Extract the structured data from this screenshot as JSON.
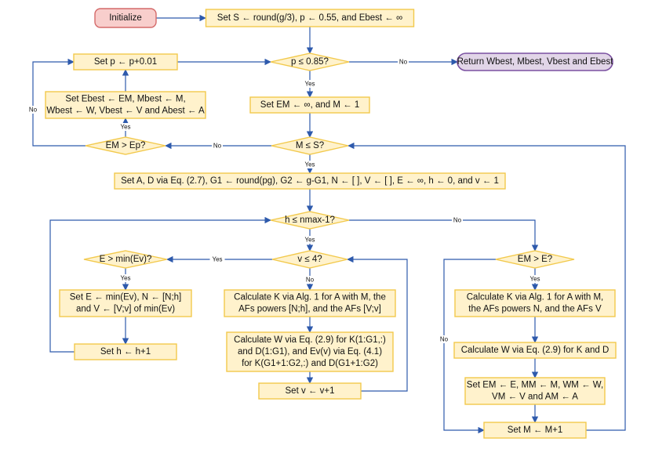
{
  "nodes": {
    "n_init": {
      "lines": [
        "Initialize"
      ]
    },
    "n_setS": {
      "lines": [
        "Set S ← round(g/3), p ← 0.55, and Ebest ← ∞"
      ]
    },
    "n_setp": {
      "lines": [
        "Set p ← p+0.01"
      ]
    },
    "n_pcheck": {
      "lines": [
        "p ≤ 0.85?"
      ]
    },
    "n_return": {
      "lines": [
        "Return Wbest, Mbest, Vbest and Ebest"
      ]
    },
    "n_best": {
      "lines": [
        "Set Ebest ← EM, Mbest ← M,",
        "Wbest ← W, Vbest ← V and Abest ← A"
      ]
    },
    "n_setEM": {
      "lines": [
        "Set EM ← ∞,  and M ← 1"
      ]
    },
    "n_emep": {
      "lines": [
        "EM > Ep?"
      ]
    },
    "n_mS": {
      "lines": [
        "M ≤ S?"
      ]
    },
    "n_setA": {
      "lines": [
        "Set A, D via Eq. (2.7), G1 ← round(pg), G2 ← g-G1, N ← [ ], V ← [ ], E ← ∞, h ← 0, and v ← 1"
      ]
    },
    "n_h": {
      "lines": [
        "h ≤ nmax-1?"
      ]
    },
    "n_emin": {
      "lines": [
        "E > min(Ev)?"
      ]
    },
    "n_v4": {
      "lines": [
        "v ≤ 4?"
      ]
    },
    "n_eme": {
      "lines": [
        "EM > E?"
      ]
    },
    "n_setE": {
      "lines": [
        "Set E ← min(Ev), N ← [N;h]",
        "and V ← [V;v] of min(Ev)"
      ]
    },
    "n_calcK1": {
      "lines": [
        "Calculate K via Alg. 1 for A with M, the",
        "AFs powers [N;h], and the AFs [V;v]"
      ]
    },
    "n_calcK2": {
      "lines": [
        "Calculate K via Alg. 1 for A with M,",
        "the AFs powers N, and the AFs V"
      ]
    },
    "n_seth": {
      "lines": [
        "Set h ← h+1"
      ]
    },
    "n_calcW1": {
      "lines": [
        "Calculate W via Eq. (2.9) for K(1:G1,:)",
        "and D(1:G1), and Ev(v) via Eq. (4.1)",
        "for K(G1+1:G2,:) and D(G1+1:G2)"
      ]
    },
    "n_calcW2": {
      "lines": [
        "Calculate W via Eq. (2.9) for K and D"
      ]
    },
    "n_setv": {
      "lines": [
        "Set v ← v+1"
      ]
    },
    "n_setEM2": {
      "lines": [
        "Set EM ← E, MM ← M, WM ← W,",
        "VM ← V and AM ← A"
      ]
    },
    "n_setM": {
      "lines": [
        "Set M ← M+1"
      ]
    }
  },
  "edge_labels": {
    "no_p": "No",
    "yes_p": "Yes",
    "no_emep": "No",
    "yes_emep": "Yes",
    "no_ms": "No",
    "yes_ms": "Yes",
    "no_h": "No",
    "yes_h": "Yes",
    "yes_v4": "Yes",
    "no_v4": "No",
    "yes_emin": "Yes",
    "yes_eme": "Yes",
    "no_eme": "No"
  },
  "colors": {
    "process_fill": "#fff2cc",
    "process_stroke": "#f2c94c",
    "start_fill": "#f8cecc",
    "start_stroke": "#d46a6a",
    "end_fill": "#e1d5e7",
    "end_stroke": "#7a50a0",
    "edge": "#2e5aac"
  }
}
